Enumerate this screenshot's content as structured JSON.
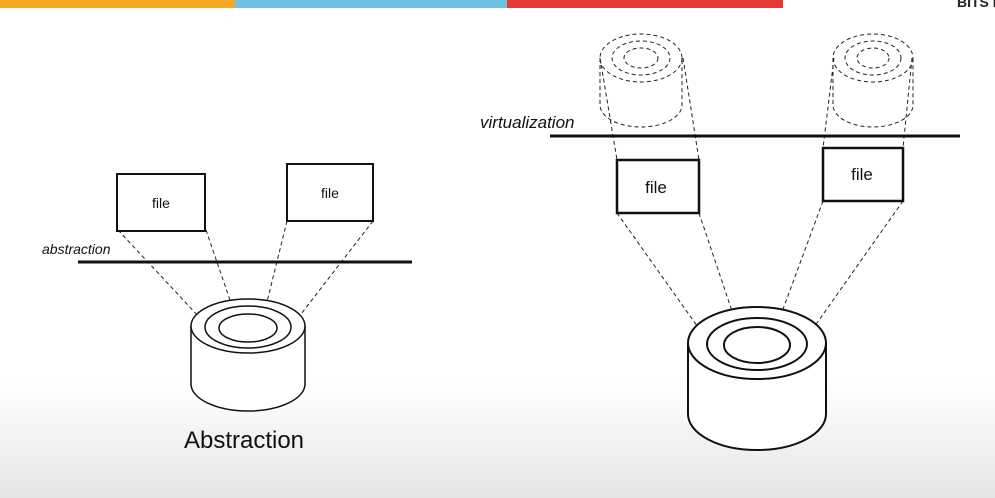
{
  "header": {
    "corner_text": "BITS Pil",
    "bar_colors": [
      "#f5a623",
      "#6ec1e4",
      "#e53935"
    ]
  },
  "left_diagram": {
    "layer_label": "abstraction",
    "files": [
      "file",
      "file"
    ],
    "caption": "Abstraction"
  },
  "right_diagram": {
    "layer_label": "virtualization",
    "files": [
      "file",
      "file"
    ]
  }
}
